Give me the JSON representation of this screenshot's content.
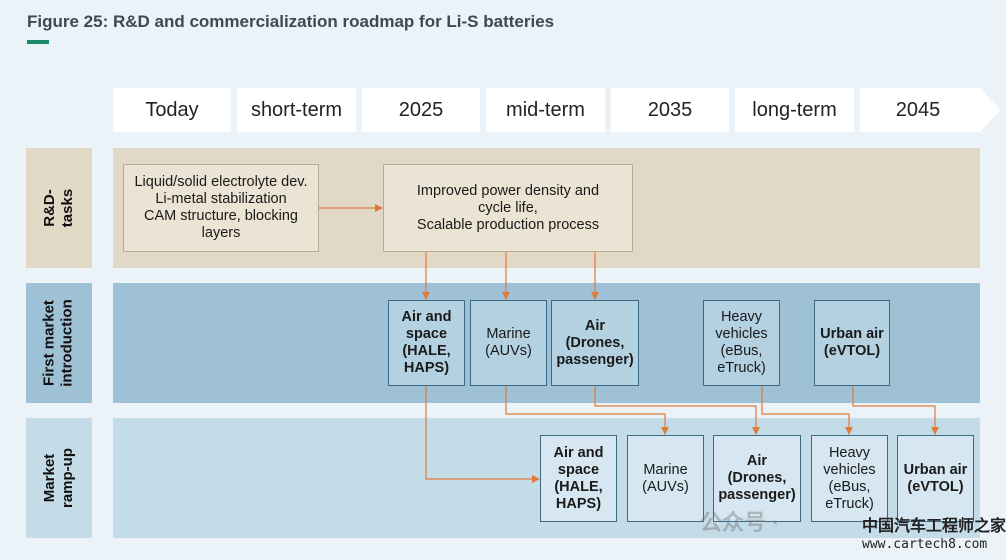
{
  "title": "Figure 25: R&D and commercialization roadmap for Li-S batteries",
  "timeline": [
    "Today",
    "short-term",
    "2025",
    "mid-term",
    "2035",
    "long-term",
    "2045"
  ],
  "rows": {
    "rd": "R&D-tasks",
    "first_market": "First market\nintroduction",
    "ramp_up": "Market\nramp-up"
  },
  "rd_tasks": {
    "task1": "Liquid/solid electrolyte dev.\nLi-metal stabilization\nCAM structure, blocking\nlayers",
    "task2": "Improved power density and\ncycle life,\nScalable production process"
  },
  "first_market": {
    "air_space": "Air and\nspace\n(HALE,\nHAPS)",
    "marine": "Marine\n(AUVs)",
    "air_drones": "Air\n(Drones,\npassenger)",
    "heavy": "Heavy\nvehicles\n(eBus,\neTruck)",
    "urban_air": "Urban air\n(eVTOL)"
  },
  "ramp_up": {
    "air_space": "Air and\nspace\n(HALE,\nHAPS)",
    "marine": "Marine\n(AUVs)",
    "air_drones": "Air\n(Drones,\npassenger)",
    "heavy": "Heavy\nvehicles\n(eBus,\neTruck)",
    "urban_air": "Urban air\n(eVTOL)"
  },
  "colors": {
    "rd_band": "#e2d8c6",
    "first_market_band": "#9fc1d6",
    "ramp_up_band": "#c4dbe8",
    "arrow": "#e07b3c",
    "background": "#ebf2f8"
  },
  "watermark": {
    "wechat": "公众号 ·",
    "brand": "中国汽车工程师之家",
    "url": "www.cartech8.com"
  }
}
